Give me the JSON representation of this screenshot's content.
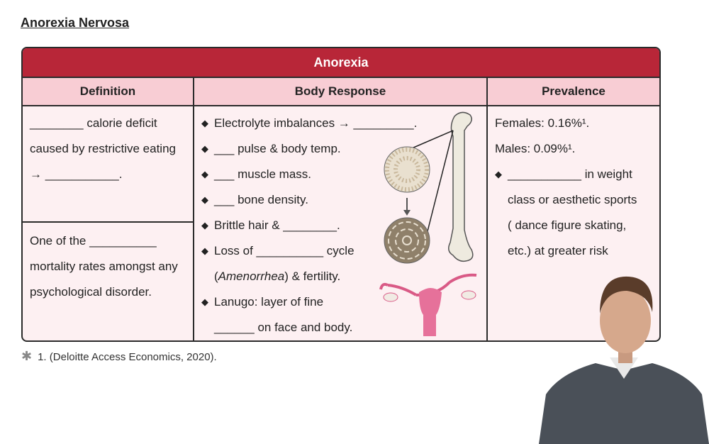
{
  "page_title": "Anorexia Nervosa",
  "table": {
    "header": "Anorexia",
    "columns": [
      "Definition",
      "Body Response",
      "Prevalence"
    ],
    "definition": [
      [
        "________ calorie deficit",
        "caused by restrictive eating",
        "→ ___________."
      ],
      [
        "One of the __________",
        "mortality rates amongst any",
        "psychological disorder."
      ]
    ],
    "body_response": [
      {
        "lines": [
          "Electrolyte imbalances → _________."
        ]
      },
      {
        "lines": [
          "___ pulse & body temp."
        ]
      },
      {
        "lines": [
          "___ muscle mass."
        ]
      },
      {
        "lines": [
          "___ bone density."
        ]
      },
      {
        "lines": [
          "Brittle hair & ________."
        ]
      },
      {
        "lines": [
          "Loss of __________ cycle",
          "(Amenorrhea) & fertility."
        ]
      },
      {
        "lines": [
          "Lanugo: layer of fine",
          "______ on face and body."
        ]
      }
    ],
    "prevalence": {
      "females": "Females: 0.16%¹.",
      "males": "Males: 0.09%¹.",
      "bullet": [
        "___________ in weight",
        "class or aesthetic sports",
        "( dance figure skating,",
        "etc.) at greater risk"
      ]
    }
  },
  "footnote": {
    "icon": "asterisk-icon",
    "text": "1.  (Deloitte Access Economics, 2020)."
  },
  "colors": {
    "header": "#b82638",
    "subheader": "#f8cdd4",
    "body": "#fdf0f2"
  }
}
